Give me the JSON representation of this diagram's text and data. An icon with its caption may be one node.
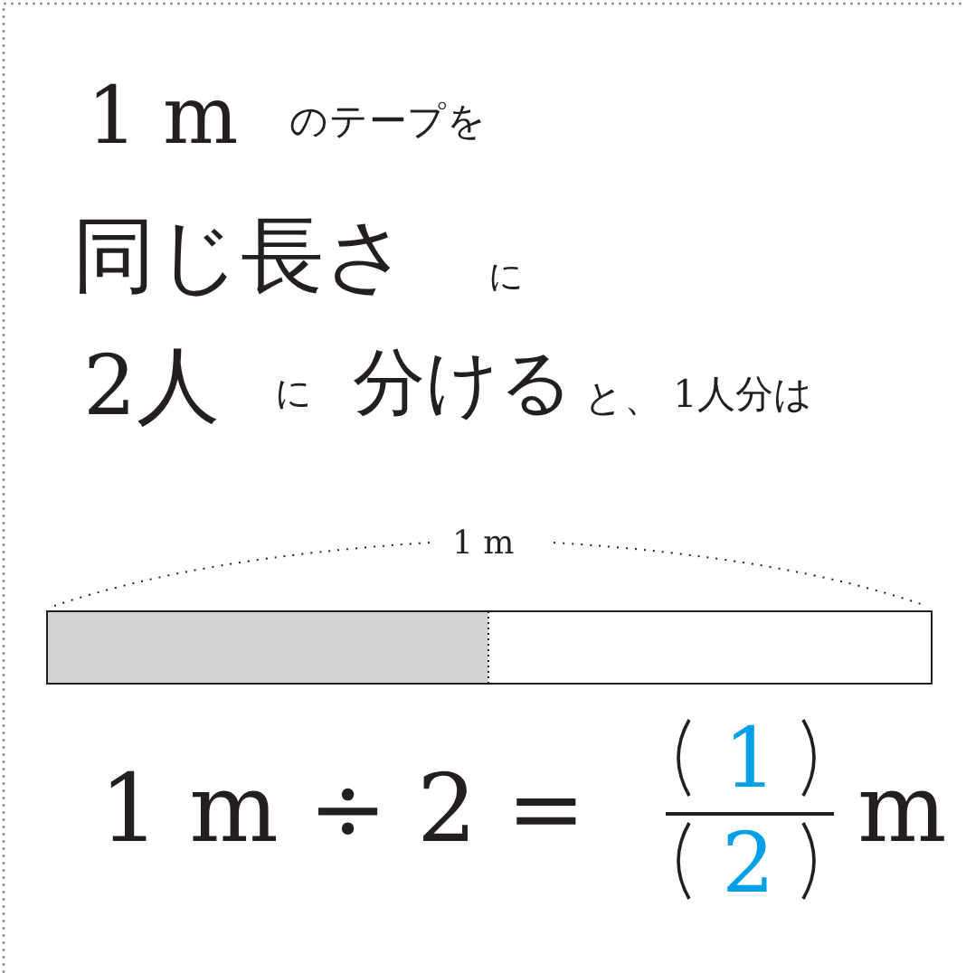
{
  "diagram": {
    "labels": [
      "1 m",
      "のテープを",
      "同じ長さ",
      "に",
      "2人",
      "に",
      "分ける",
      "と、",
      "1人分は",
      "1 m",
      "1 m ÷ 2 =",
      "1",
      "2",
      "m"
    ]
  }
}
